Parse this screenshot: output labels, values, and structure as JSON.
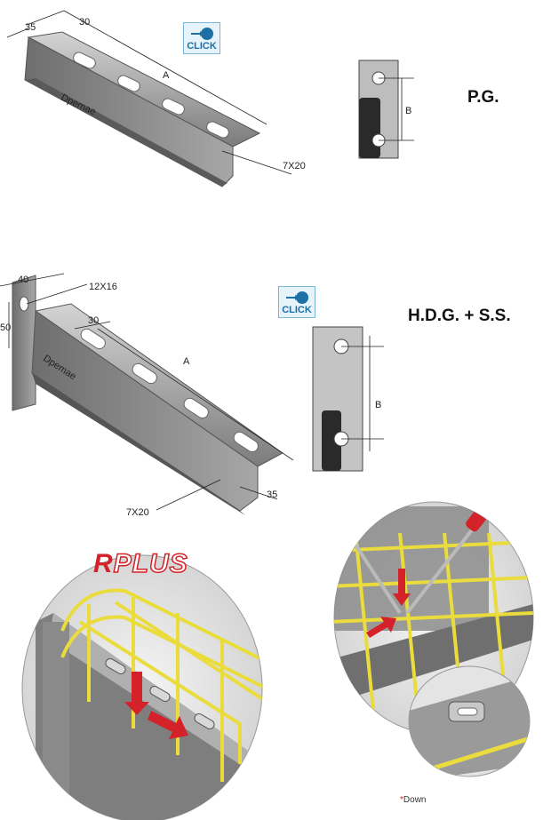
{
  "top_bracket": {
    "dim_35": "35",
    "dim_30": "30",
    "dim_A": "A",
    "dim_slot": "7X20",
    "brand": "Dpemae"
  },
  "top_clip": {
    "dim_B": "B"
  },
  "top_finish": "P.G.",
  "click_badge": "CLICK",
  "bottom_bracket": {
    "dim_40": "40",
    "dim_50": "50",
    "dim_hole": "12X16",
    "dim_30": "30",
    "dim_A": "A",
    "dim_slot": "7X20",
    "dim_35": "35",
    "brand": "Dpemae"
  },
  "bottom_clip": {
    "dim_B": "B"
  },
  "bottom_finish": "H.D.G. + S.S.",
  "rplus_logo": "RPLUS",
  "down_note": "Down",
  "colors": {
    "wire": "#e9dc3c",
    "arrow": "#d3222a",
    "steel": "#9b9b9b",
    "badge": "#1d6fa5"
  }
}
